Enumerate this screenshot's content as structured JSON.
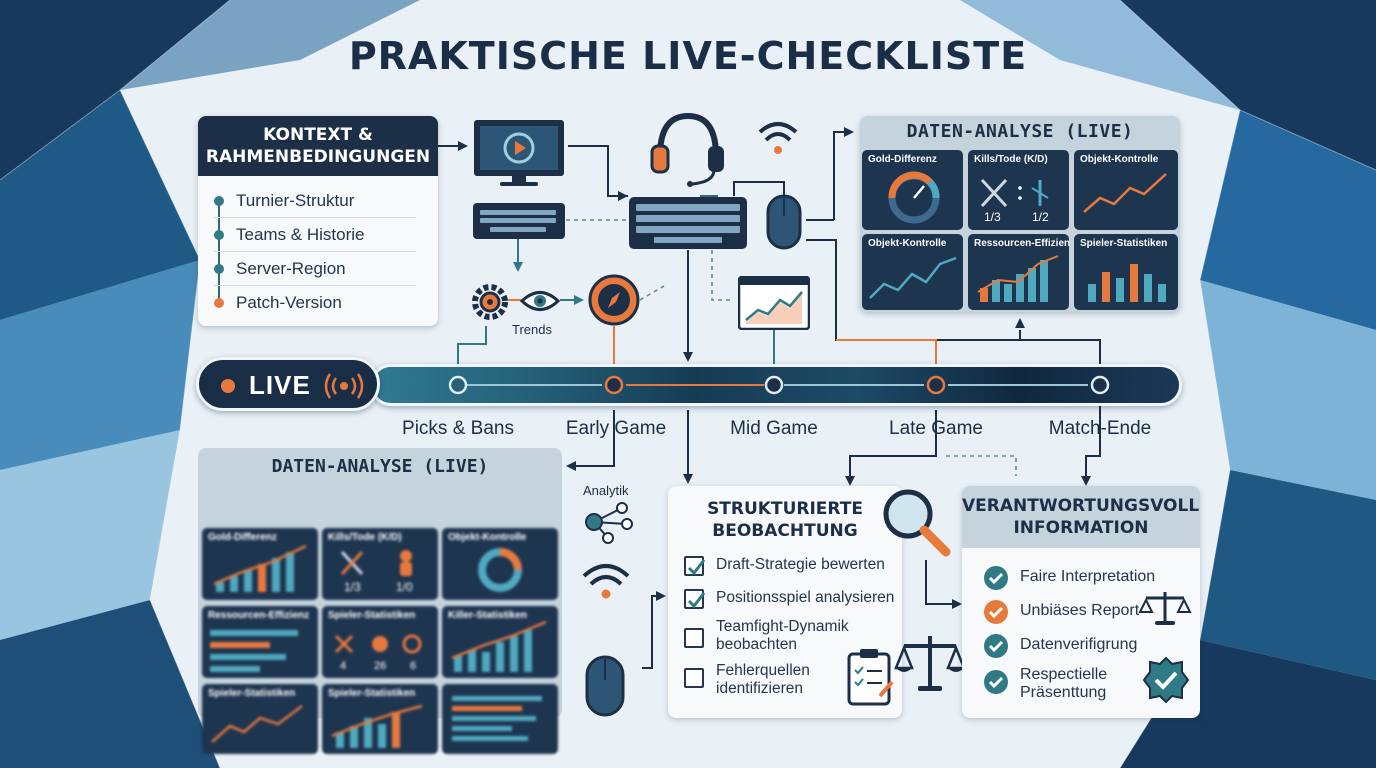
{
  "title": "PRAKTISCHE LIVE-CHECKLISTE",
  "context": {
    "title_line1": "KONTEXT &",
    "title_line2": "RAHMENBEDINGUNGEN",
    "items": [
      "Turnier-Struktur",
      "Teams & Historie",
      "Server-Region",
      "Patch-Version"
    ]
  },
  "labels": {
    "trends": "Trends",
    "analytik": "Analytik"
  },
  "analysis_top": {
    "title": "DATEN-ANALYSE (LIVE)",
    "tiles": [
      "Gold-Differenz",
      "Kills/Tode (K/D)",
      "Objekt-Kontrolle",
      "Objekt-Kontrolle",
      "Ressourcen-Effizienz",
      "Spieler-Statistiken"
    ],
    "kd_values": [
      "1/3",
      "1/2"
    ]
  },
  "analysis_bottom": {
    "title": "DATEN-ANALYSE (LIVE)",
    "tiles": [
      "Gold-Differenz",
      "Kills/Tode (K/D)",
      "Objekt-Kontrolle",
      "Ressourcen-Effizienz",
      "Spieler-Statistiken",
      "Killer-Statistiken",
      "Spieler-Statistiken",
      "Spieler-Statistiken"
    ],
    "kd_values": [
      "1/3",
      "1/0"
    ],
    "stat_values": [
      "4",
      "26",
      "6"
    ]
  },
  "live": {
    "label": "LIVE"
  },
  "timeline": {
    "stages": [
      "Picks & Bans",
      "Early Game",
      "Mid Game",
      "Late Game",
      "Match-Ende"
    ]
  },
  "observation": {
    "title_line1": "STRUKTURIERTE",
    "title_line2": "BEOBACHTUNG",
    "items": [
      {
        "line1": "Draft-Strategie bewerten",
        "line2": "",
        "checked": true
      },
      {
        "line1": "Positionsspiel analysieren",
        "line2": "",
        "checked": true
      },
      {
        "line1": "Teamfight-Dynamik",
        "line2": "beobachten",
        "checked": false
      },
      {
        "line1": "Fehlerquellen",
        "line2": "identifizieren",
        "checked": false
      }
    ]
  },
  "responsible": {
    "title_line1": "VERANTWORTUNGSVOLLE",
    "title_line2": "INFORMATION",
    "items": [
      {
        "line1": "Faire Interpretation",
        "line2": "",
        "color": "#2f7a85"
      },
      {
        "line1": "Unbiäses Report",
        "line2": "",
        "color": "#e8793d"
      },
      {
        "line1": "Datenverifigrung",
        "line2": "",
        "color": "#2f7a85"
      },
      {
        "line1": "Respectielle",
        "line2": "Präsenttung",
        "color": "#2f7a85"
      }
    ]
  },
  "colors": {
    "navy": "#1c2f46",
    "teal": "#2f7a85",
    "orange": "#e8793d",
    "panel": "#c5d3dd"
  }
}
